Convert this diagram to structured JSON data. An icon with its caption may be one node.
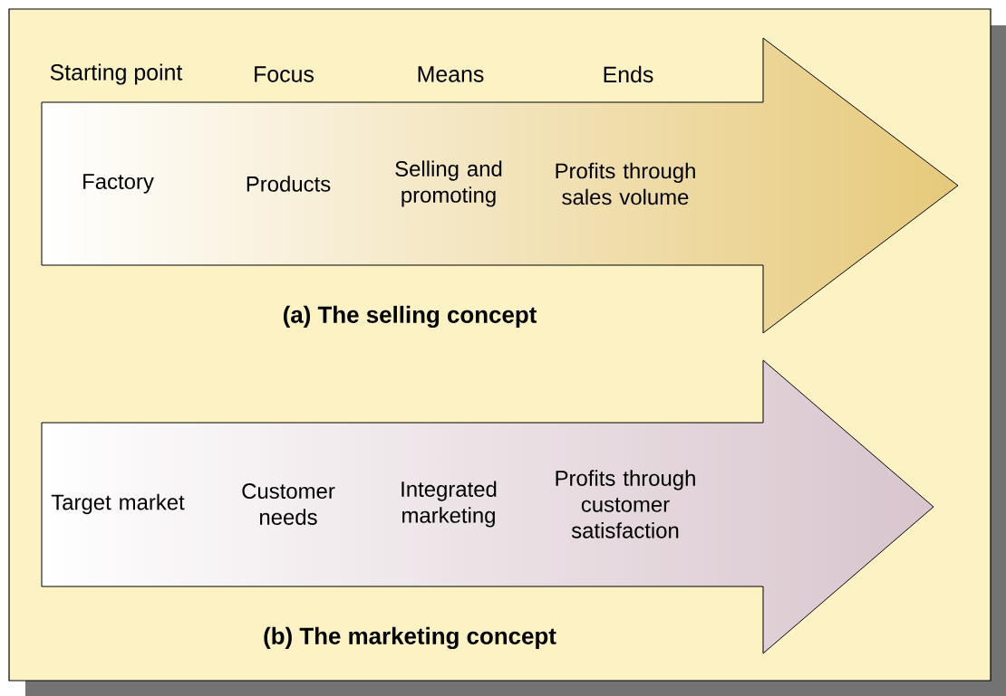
{
  "diagram": {
    "nodes": [
      {
        "text": [
          "Factory",
          "Products",
          "Selling and promoting",
          "Profits through sales volume",
          "(a) The selling concept"
        ]
      },
      {
        "text": [
          "Target market",
          "Customer needs",
          "Integrated marketing",
          "Profits through customer satisfaction",
          "(b) The marketing concept"
        ]
      }
    ],
    "labels": [
      "Starting point",
      "Focus",
      "Means",
      "Ends"
    ]
  }
}
